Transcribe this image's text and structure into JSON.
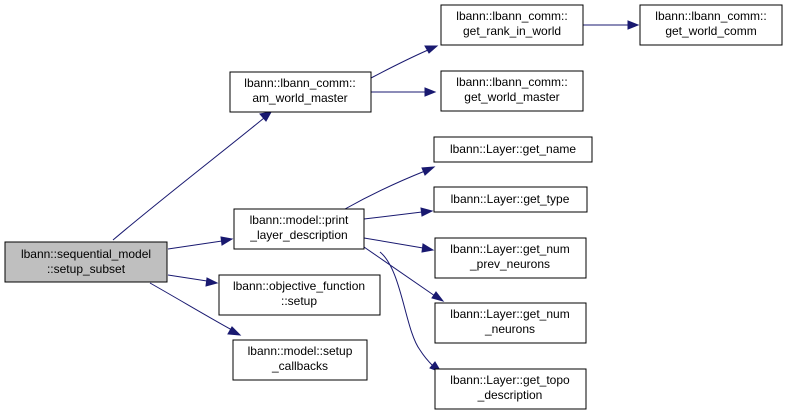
{
  "colors": {
    "edge": "#191970",
    "root_fill": "#bfbfbf",
    "node_fill": "#ffffff",
    "border": "#000000"
  },
  "nodes": {
    "setup_subset": [
      "lbann::sequential_model",
      "::setup_subset"
    ],
    "am_world_master": [
      "lbann::lbann_comm::",
      "am_world_master"
    ],
    "get_rank_in_world": [
      "lbann::lbann_comm::",
      "get_rank_in_world"
    ],
    "get_world_comm": [
      "lbann::lbann_comm::",
      "get_world_comm"
    ],
    "get_world_master": [
      "lbann::lbann_comm::",
      "get_world_master"
    ],
    "print_layer_description": [
      "lbann::model::print",
      "_layer_description"
    ],
    "get_name": [
      "lbann::Layer::get_name"
    ],
    "get_type": [
      "lbann::Layer::get_type"
    ],
    "get_num_prev_neurons": [
      "lbann::Layer::get_num",
      "_prev_neurons"
    ],
    "get_num_neurons": [
      "lbann::Layer::get_num",
      "_neurons"
    ],
    "get_topo_description": [
      "lbann::Layer::get_topo",
      "_description"
    ],
    "objective_function_setup": [
      "lbann::objective_function",
      "::setup"
    ],
    "setup_callbacks": [
      "lbann::model::setup",
      "_callbacks"
    ]
  }
}
